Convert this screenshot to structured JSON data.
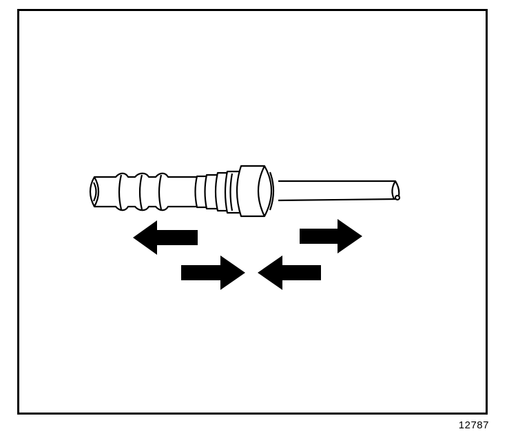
{
  "figure": {
    "number": "12787"
  },
  "diagram": {
    "line_color": "#000000",
    "fill_color": "#ffffff",
    "arrow_color": "#000000",
    "arrows": [
      {
        "id": "upper-left",
        "direction": "left"
      },
      {
        "id": "upper-right",
        "direction": "right"
      },
      {
        "id": "lower-left",
        "direction": "right"
      },
      {
        "id": "lower-right",
        "direction": "left"
      }
    ]
  }
}
